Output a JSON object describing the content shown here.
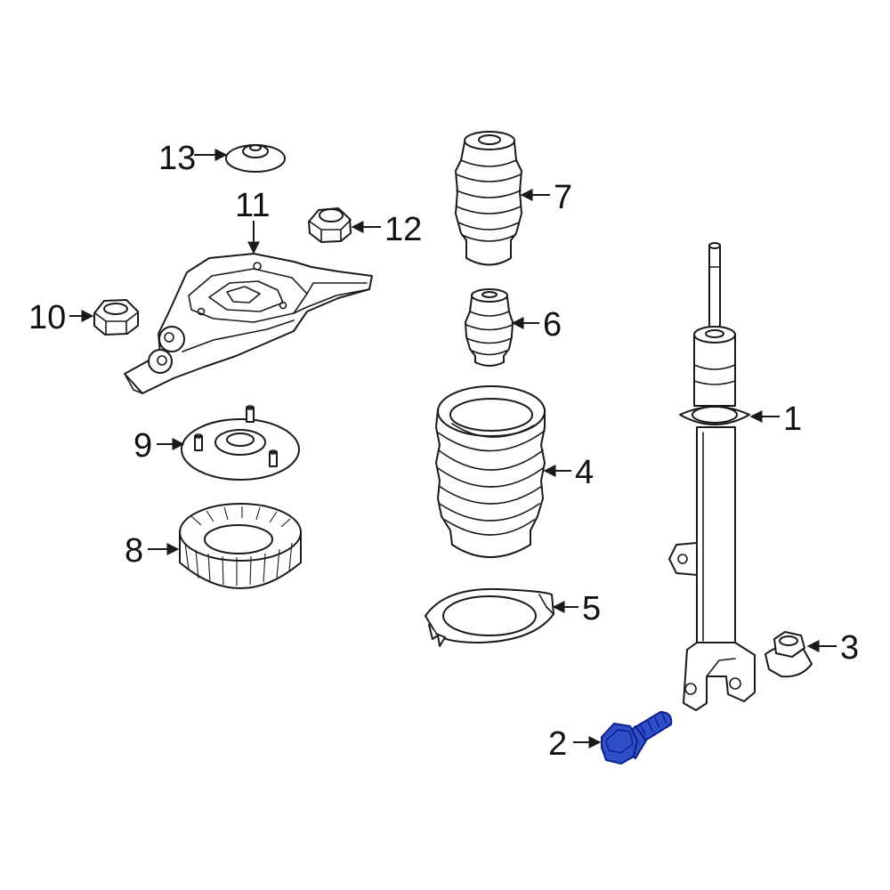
{
  "colors": {
    "line": "#1a1a1a",
    "highlight_fill": "#2f4fc9",
    "highlight_stroke": "#0b1f8a",
    "background": "#ffffff"
  },
  "callouts": {
    "c1": "1",
    "c2": "2",
    "c3": "3",
    "c4": "4",
    "c5": "5",
    "c6": "6",
    "c7": "7",
    "c8": "8",
    "c9": "9",
    "c10": "10",
    "c11": "11",
    "c12": "12",
    "c13": "13"
  },
  "highlighted_part": "2"
}
